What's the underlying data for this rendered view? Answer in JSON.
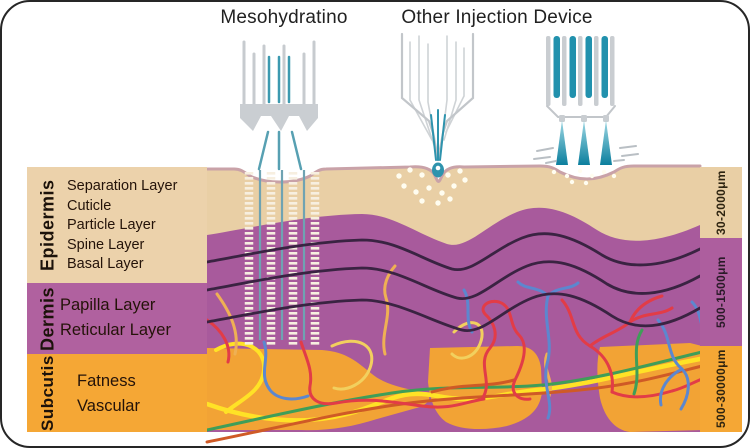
{
  "titles": [
    {
      "label": "Mesohydratino"
    },
    {
      "label": "Other Injection Device"
    }
  ],
  "layers": [
    {
      "label": "Epidermis",
      "depth": "30-2000μm",
      "color": "#ecd2ab",
      "sublayers": [
        "Separation Layer",
        "Cuticle",
        "Particle Layer",
        "Spine Layer",
        "Basal Layer"
      ]
    },
    {
      "label": "Dermis",
      "depth": "500-1500μm",
      "color": "#b0619f",
      "sublayers": [
        "Papilla Layer",
        "Reticular Layer"
      ]
    },
    {
      "label": "Subcutis",
      "depth": "500-30000μm",
      "color": "#f5a735",
      "sublayers": [
        "Fatness",
        "Vascular"
      ]
    }
  ],
  "icons": {
    "microneedle_device": "mesohydration multi-needle stamp",
    "spray_injector": "tapered nano-spray injector",
    "jet_injector": "pressure jet injector"
  },
  "colors": {
    "epidermis_band": "#ecd2ab",
    "dermis_band": "#b0619f",
    "subcutis_band": "#f5a735",
    "skin_epidermis": "#e9cfa5",
    "skin_dermis": "#a85a9c",
    "skin_surface_line": "#c9a2a8",
    "needle_teal": "#2e93ad",
    "device_gray": "#c9ccd0",
    "vessel_red": "#e23c47",
    "vessel_blue": "#5c87cf",
    "vessel_yellow": "#ffe226",
    "vessel_green": "#3f9e58",
    "vessel_orange": "#efb054",
    "dermis_wavy_line": "#3a2342"
  }
}
